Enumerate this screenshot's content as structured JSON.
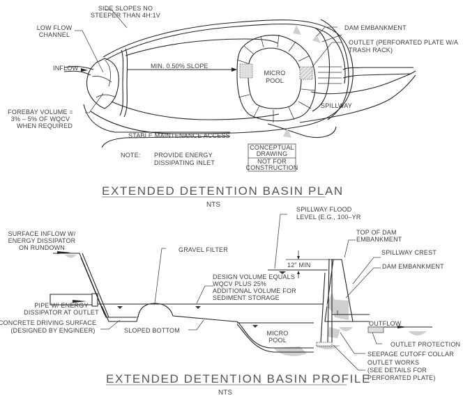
{
  "plan": {
    "title": "EXTENDED DETENTION BASIN PLAN",
    "scale": "NTS",
    "labels": {
      "side_slopes_1": "SIDE SLOPES NO",
      "side_slopes_2": "STEEPER THAN 4H:1V",
      "low_flow_1": "LOW FLOW",
      "low_flow_2": "CHANNEL",
      "inflow": "INFLOW",
      "slope": "MIN. 0.50% SLOPE",
      "micro_pool_1": "MICRO",
      "micro_pool_2": "POOL",
      "dam_embankment": "DAM EMBANKMENT",
      "outlet_1": "OUTLET (PERFORATED PLATE W/A",
      "outlet_2": "TRASH RACK)",
      "spillway": "SPILLWAY",
      "forebay_1": "FOREBAY VOLUME =",
      "forebay_2": "3% – 5% OF WQCV",
      "forebay_3": "WHEN REQUIRED",
      "maintenance": "STABLE MAINTENANCE ACCESS",
      "note_label": "NOTE:",
      "note_1": "PROVIDE ENERGY",
      "note_2": "DISSIPATING INLET"
    },
    "stamp": {
      "line1": "CONCEPTUAL",
      "line2": "DRAWING",
      "line3": "NOT FOR",
      "line4": "CONSTRUCTION"
    }
  },
  "profile": {
    "title": "EXTENDED DETENTION BASIN PROFILE",
    "scale": "NTS",
    "labels": {
      "surface_inflow_1": "SURFACE INFLOW W/",
      "surface_inflow_2": "ENERGY DISSIPATOR",
      "surface_inflow_3": "ON RUNDOWN",
      "gravel_filter": "GRAVEL FILTER",
      "spillway_flood_1": "SPILLWAY FLOOD",
      "spillway_flood_2": "LEVEL (E.G., 100–YR",
      "top_of_dam_1": "TOP OF DAM",
      "top_of_dam_2": "EMBANKMENT",
      "freeboard": "12\" MIN",
      "spillway_crest": "SPILLWAY CREST",
      "dam_embankment": "DAM EMBANKMENT",
      "design_volume_1": "DESIGN VOLUME EQUALS",
      "design_volume_2": "WQCV PLUS 25%",
      "design_volume_3": "ADDITIONAL VOLUME FOR",
      "design_volume_4": "SEDIMENT STORAGE",
      "pipe_1": "PIPE W/ ENERGY",
      "pipe_2": "DISSIPATOR AT OUTLET",
      "concrete_1": "CONCRETE DRIVING SURFACE",
      "concrete_2": "(DESIGNED BY ENGINEER)",
      "sloped_bottom": "SLOPED BOTTOM",
      "micro_pool_1": "MICRO",
      "micro_pool_2": "POOL",
      "outflow": "OUTFLOW",
      "outlet_protection": "OUTLET PROTECTION",
      "seepage": "SEEPAGE CUTOFF COLLAR",
      "outlet_works_1": "OUTLET WORKS",
      "outlet_works_2": "(SEE DETAILS FOR",
      "outlet_works_3": "PERFORATED PLATE)"
    }
  }
}
